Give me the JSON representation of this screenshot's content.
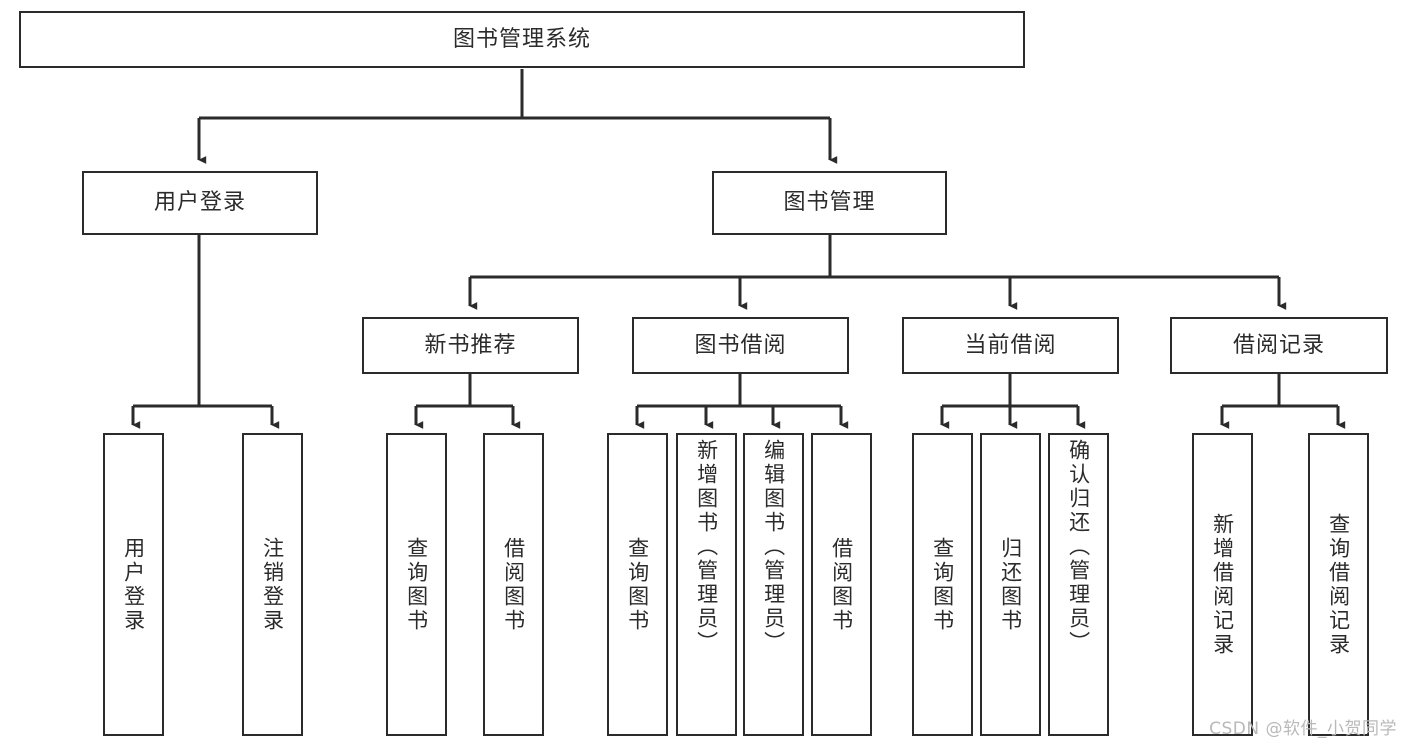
{
  "diagram": {
    "title": "图书管理系统",
    "type": "tree-hierarchy-chart",
    "watermark": "CSDN @软件_小贺同学",
    "colors": {
      "line": "#2b2b2b",
      "box_fill": "#ffffff",
      "text": "#2b2b2b",
      "watermark": "#b9b9b9"
    },
    "root": {
      "label": "图书管理系统"
    },
    "level2": [
      {
        "label": "用户登录"
      },
      {
        "label": "图书管理"
      }
    ],
    "level3": [
      {
        "label": "新书推荐"
      },
      {
        "label": "图书借阅"
      },
      {
        "label": "当前借阅"
      },
      {
        "label": "借阅记录"
      }
    ],
    "leaves": {
      "user_login": [
        {
          "label": "用户登录"
        },
        {
          "label": "注销登录"
        }
      ],
      "new_book_recommend": [
        {
          "label": "查询图书"
        },
        {
          "label": "借阅图书"
        }
      ],
      "book_borrow": [
        {
          "label": "查询图书"
        },
        {
          "label": "新增图书（管理员）"
        },
        {
          "label": "编辑图书（管理员）"
        },
        {
          "label": "借阅图书"
        }
      ],
      "current_borrow": [
        {
          "label": "查询图书"
        },
        {
          "label": "归还图书"
        },
        {
          "label": "确认归还（管理员）"
        }
      ],
      "borrow_record": [
        {
          "label": "新增借阅记录"
        },
        {
          "label": "查询借阅记录"
        }
      ]
    }
  }
}
